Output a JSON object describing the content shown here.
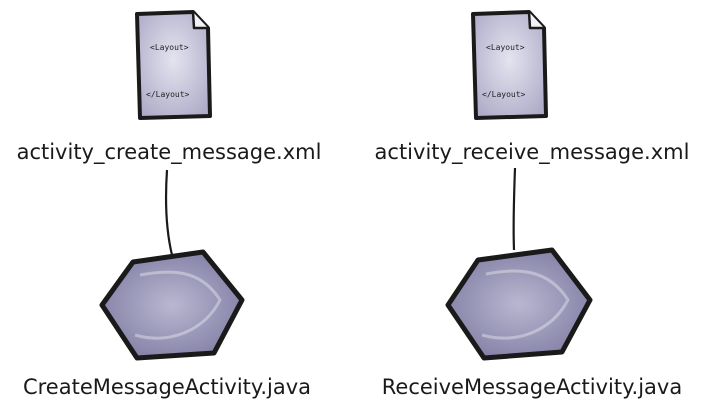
{
  "diagram": {
    "left": {
      "layout_file": {
        "name": "activity_create_message.xml",
        "open_tag": "<Layout>",
        "close_tag": "</Layout>"
      },
      "activity_file": {
        "name": "CreateMessageActivity.java"
      }
    },
    "right": {
      "layout_file": {
        "name": "activity_receive_message.xml",
        "open_tag": "<Layout>",
        "close_tag": "</Layout>"
      },
      "activity_file": {
        "name": "ReceiveMessageActivity.java"
      }
    }
  },
  "colors": {
    "document_fill": "#c9c7de",
    "hexagon_fill": "#9d9bbd",
    "outline": "#1a1a1a"
  }
}
